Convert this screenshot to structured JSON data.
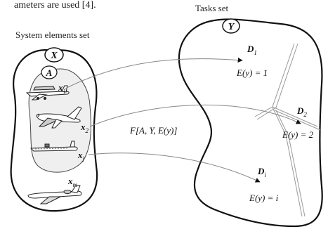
{
  "top_caption": "ameters are used [4].",
  "left": {
    "title": "System elements set",
    "set_symbol": "X",
    "subset_symbol": "A",
    "elements": [
      {
        "name": "x",
        "sub": "1",
        "icon": "single-prop-plane-icon"
      },
      {
        "name": "x",
        "sub": "2",
        "icon": "twin-prop-plane-icon"
      },
      {
        "name": "x",
        "sub": "j",
        "icon": "regional-turboprop-icon"
      },
      {
        "name": "x",
        "sub": "m",
        "icon": "business-jet-icon"
      }
    ]
  },
  "mapping_label": "F[A, Y, E(y)]",
  "right": {
    "title": "Tasks set",
    "set_symbol": "Y",
    "regions": [
      {
        "name": "D",
        "sub": "1",
        "equation": "E(y) = 1"
      },
      {
        "name": "D",
        "sub": "2",
        "equation": "E(y) = 2"
      },
      {
        "name": "D",
        "sub": "i",
        "equation": "E(y) = i"
      }
    ]
  }
}
